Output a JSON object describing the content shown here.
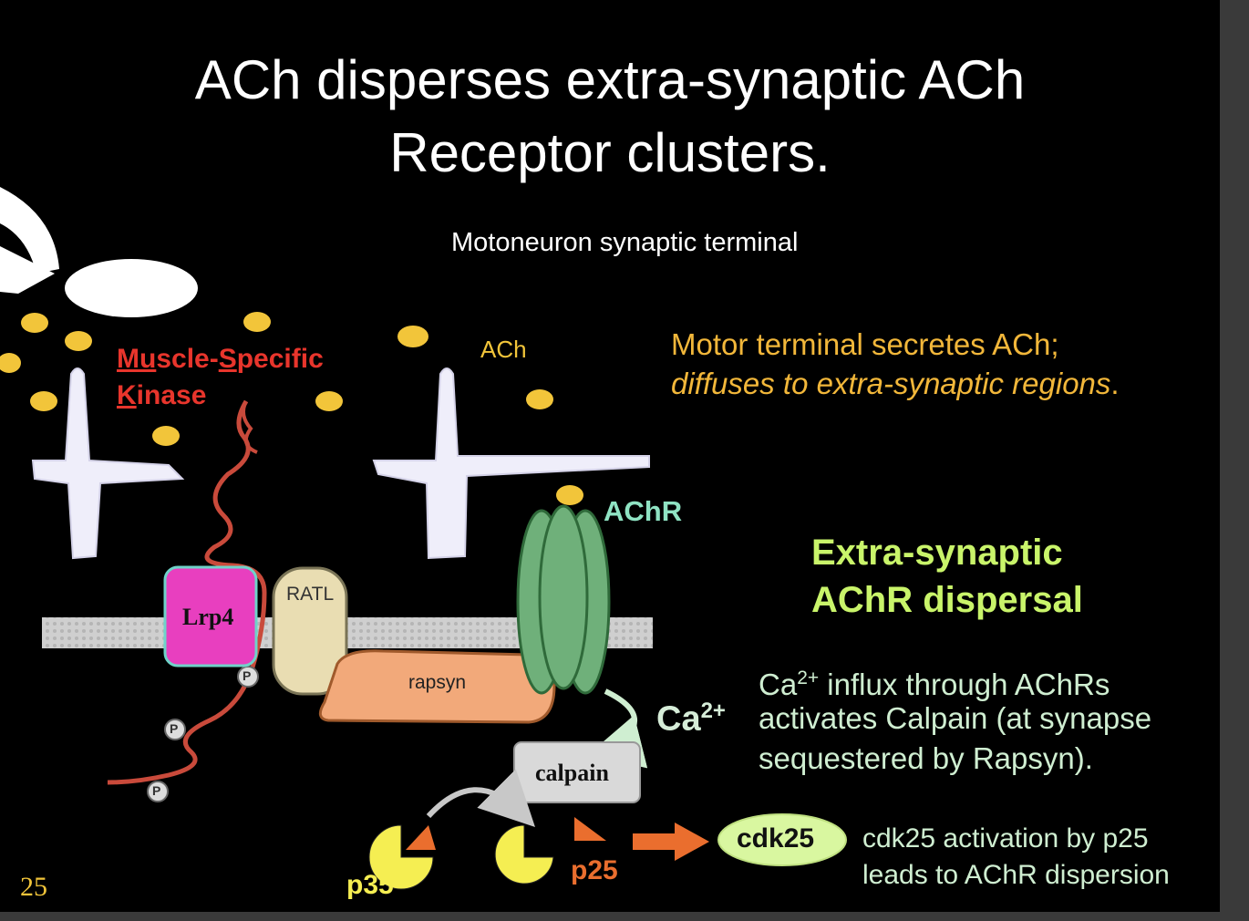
{
  "slide": {
    "title_line1": "ACh disperses extra-synaptic ACh",
    "title_line2": "Receptor clusters.",
    "subtitle": "Motoneuron synaptic terminal",
    "page_number": "25"
  },
  "diagram": {
    "msk_p1": "Mu",
    "msk_p2": "scle-",
    "msk_p3": "S",
    "msk_p4": "pecific",
    "msk_p5": "K",
    "msk_p6": "inase",
    "ach_label": "ACh",
    "achr_label": "AChR",
    "lrp4_label": "Lrp4",
    "ratl_label": "RATL",
    "rapsyn_label": "rapsyn",
    "calpain_label": "calpain",
    "ca_label": "Ca",
    "ca_sup": "2+",
    "p35_label": "p35",
    "p25_label": "p25",
    "cdk25_label": "cdk25",
    "phospho_label": "P"
  },
  "notes": {
    "motor_line1": "Motor terminal secretes ACh;",
    "motor_line2": "diffuses to extra-synaptic regions",
    "motor_line2_end": ".",
    "heading_line1": "Extra-synaptic",
    "heading_line2": "AChR dispersal",
    "ca_pre": "Ca",
    "ca_sup": "2+",
    "ca_line1_rest": " influx through AChRs",
    "ca_line2": "activates Calpain (at synapse",
    "ca_line3": "sequestered by Rapsyn).",
    "cdk_line1": "cdk25 activation by p25",
    "cdk_line2": "leads to AChR dispersion"
  },
  "colors": {
    "background": "#000000",
    "msk_red": "#e8352c",
    "ach_yellow": "#f2c53a",
    "heading_green": "#c9f46a",
    "lrp4_magenta": "#e83fbf",
    "rapsyn_orange": "#f2a97a",
    "achr_green": "#6fb07a",
    "cdk25_fill": "#d9f7a0"
  }
}
